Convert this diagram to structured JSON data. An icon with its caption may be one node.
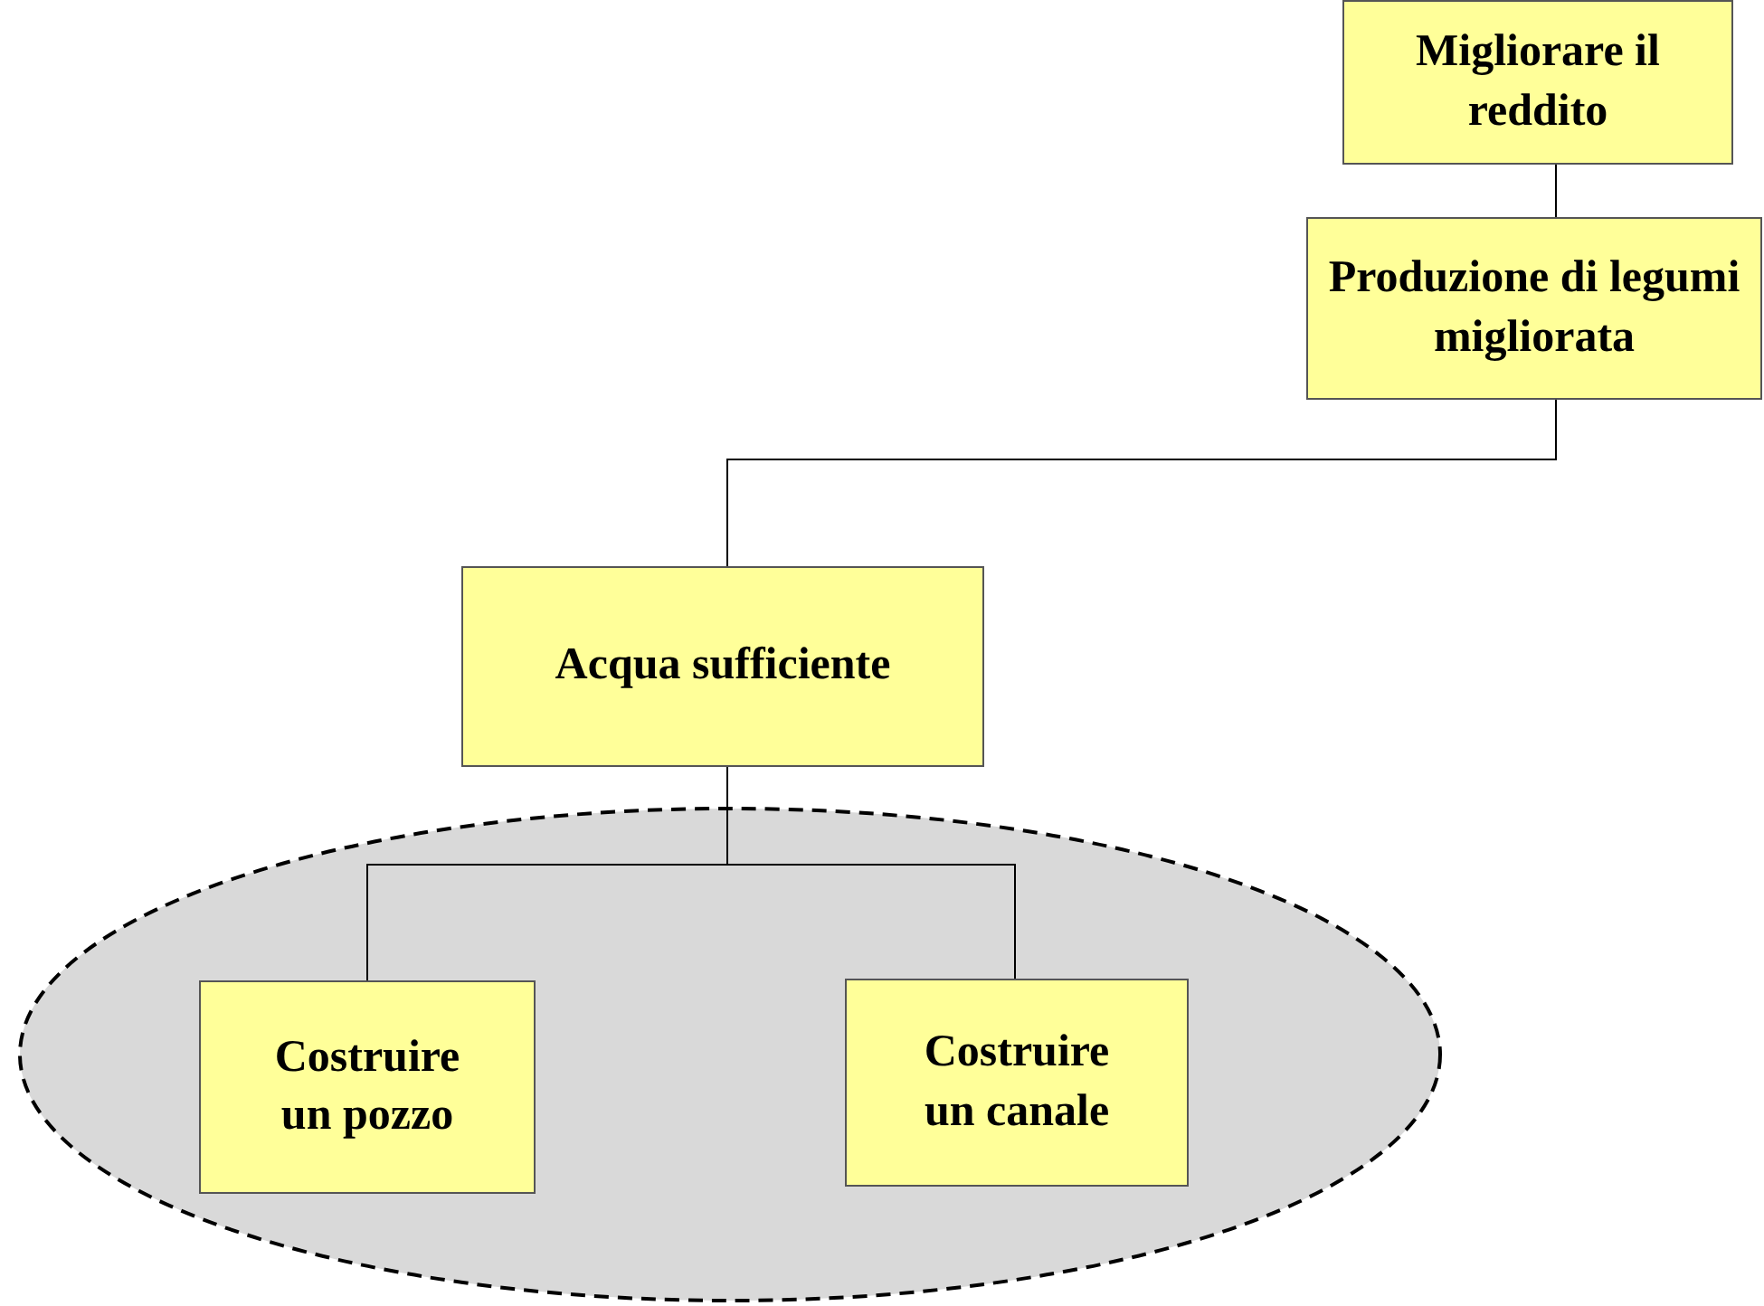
{
  "diagram": {
    "nodes": [
      {
        "text": [
          "Migliorare il reddito"
        ]
      },
      {
        "text": [
          "Produzione di legumi migliorata"
        ]
      },
      {
        "text": [
          "Acqua sufficiente"
        ]
      },
      {
        "text": [],
        "shape": "ellipse"
      },
      {
        "text": [
          "Costruire un pozzo"
        ],
        "in": 3
      },
      {
        "text": [
          "Costruire un canale"
        ],
        "in": 3
      }
    ],
    "edges": [
      {
        "from": 0,
        "to": 1,
        "arrow": "none"
      },
      {
        "from": 1,
        "to": 2,
        "arrow": "none"
      },
      {
        "from": 2,
        "to": 4,
        "arrow": "none"
      },
      {
        "from": 2,
        "to": 5,
        "arrow": "none"
      }
    ]
  }
}
